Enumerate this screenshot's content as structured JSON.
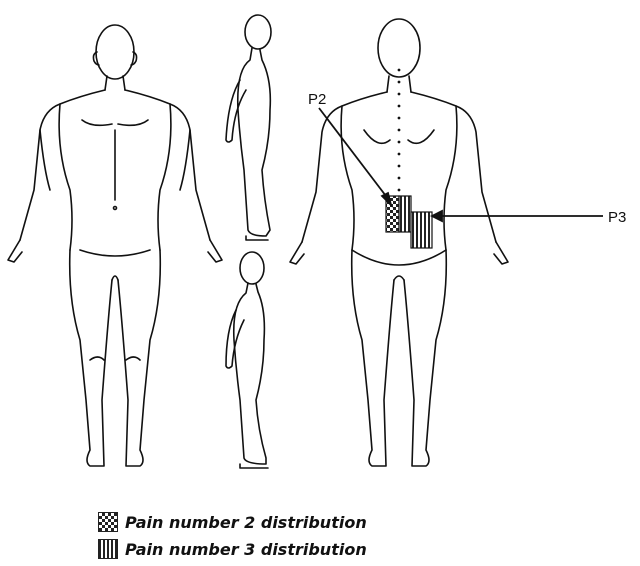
{
  "labels": {
    "p2": "P2",
    "p3": "P3"
  },
  "legend": [
    {
      "pattern": "checkerboard",
      "text": "Pain number 2 distribution"
    },
    {
      "pattern": "vertical-stripes",
      "text": "Pain number 3 distribution"
    }
  ]
}
